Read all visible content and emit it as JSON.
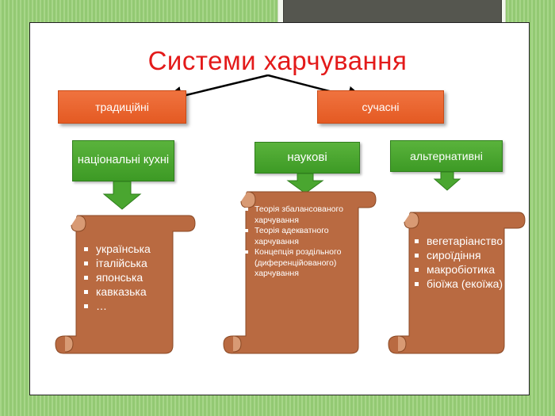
{
  "title": "Системи харчування",
  "categories": {
    "traditional": "традиційні",
    "modern": "сучасні"
  },
  "subcategories": {
    "national": "національні кухні",
    "scientific": "наукові",
    "alternative": "альтернативні"
  },
  "lists": {
    "national": [
      "українська",
      "італійська",
      "японська",
      "кавказька",
      "…"
    ],
    "scientific": [
      "Теорія збалансованого харчування",
      "Теорія адекватного харчування",
      "Концепція роздільного (диференційованого) харчування"
    ],
    "alternative": [
      "вегетаріанство",
      "сироїдіння",
      "макробіотика",
      "біоїжа (екоїжа)"
    ]
  },
  "colors": {
    "title": "#e31a1a",
    "category_box": "#e8602a",
    "subcategory_box": "#4aa630",
    "scroll": "#b96a41",
    "background": "#9fd27f"
  }
}
